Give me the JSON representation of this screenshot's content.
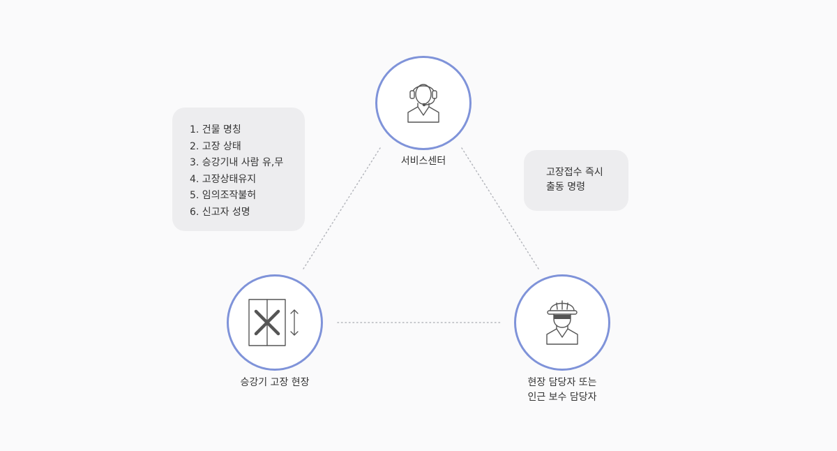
{
  "nodes": {
    "service_center": {
      "label": "서비스센터",
      "icon": "headset-operator-icon"
    },
    "elevator_site": {
      "label": "승강기 고장 현장",
      "icon": "elevator-fault-icon"
    },
    "site_manager": {
      "label_lines": [
        "현장 담당자 또는",
        "인근 보수 담당자"
      ],
      "icon": "hardhat-worker-icon"
    }
  },
  "report_items": [
    "1. 건물 명칭",
    "2. 고장 상태",
    "3. 승강기내 사람 유,무",
    "4. 고장상태유지",
    "5. 임의조작불허",
    "6. 신고자 성명"
  ],
  "dispatch_note": {
    "lines": [
      "고장접수 즉시",
      "출동 명령"
    ]
  },
  "colors": {
    "circle_border": "#7f93d9",
    "box_background": "#ededef",
    "connector": "#b5b7bd",
    "icon_stroke": "#555555",
    "page_background": "#fafafb"
  }
}
